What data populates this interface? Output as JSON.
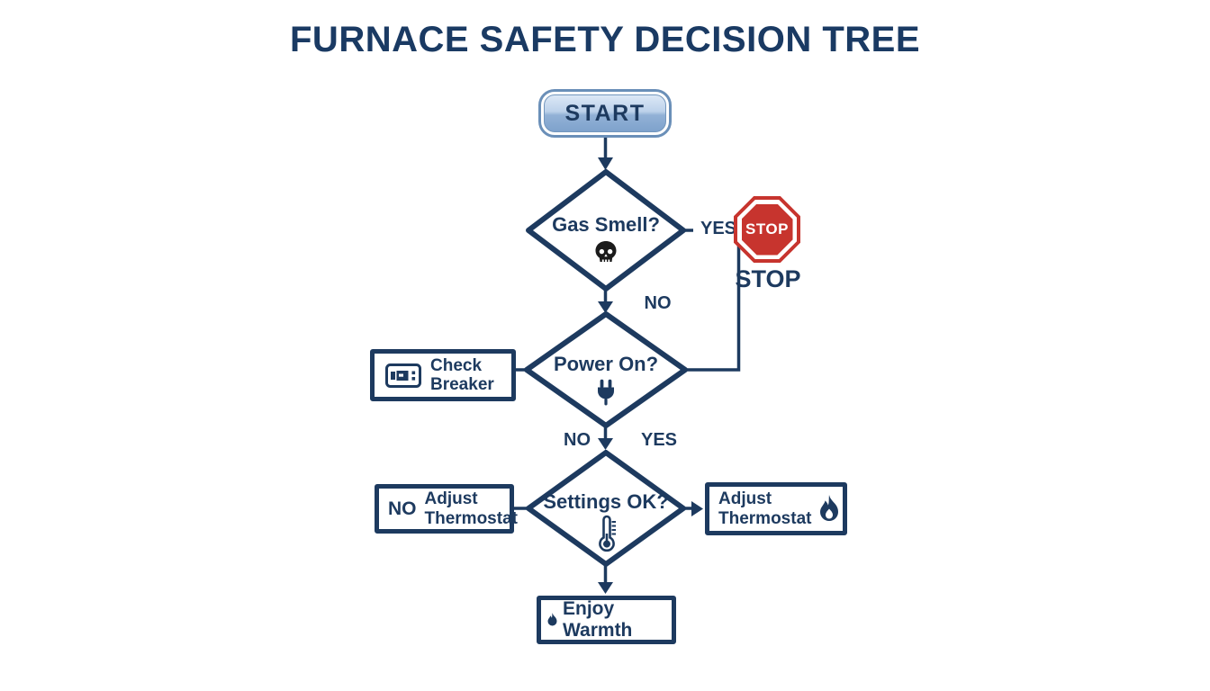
{
  "title": "FURNACE SAFETY DECISION TREE",
  "colors": {
    "navy": "#1d3a5f",
    "title_navy": "#1a3a63",
    "stop_red": "#c7342e",
    "skull_black": "#1b1b1b",
    "start_gradient_top": "#dce8f6",
    "start_gradient_bottom": "#7ea2cc",
    "background": "#ffffff"
  },
  "nodes": {
    "start": {
      "label": "START",
      "type": "start"
    },
    "gas_smell": {
      "label": "Gas Smell?",
      "icon": "skull-icon",
      "type": "decision"
    },
    "stop_sign": {
      "label": "STOP",
      "type": "terminator"
    },
    "stop_caption": {
      "label": "STOP"
    },
    "power_on": {
      "label": "Power On?",
      "icon": "plug-icon",
      "type": "decision"
    },
    "check_breaker": {
      "label": "Check Breaker",
      "icon": "breaker-icon",
      "type": "process"
    },
    "settings_ok": {
      "label": "Settings OK?",
      "icon": "thermometer-icon",
      "type": "decision"
    },
    "adjust_thermostat_no": {
      "prefix": "NO",
      "label": "Adjust Thermostat",
      "type": "process"
    },
    "adjust_thermostat_yes": {
      "label": "Adjust Thermostat",
      "icon": "flame-icon",
      "type": "process"
    },
    "enjoy_warmth": {
      "label": "Enjoy Warmth",
      "icon": "small-flame-icon",
      "type": "process"
    }
  },
  "edge_labels": {
    "gas_yes": "YES",
    "gas_no": "NO",
    "power_no": "NO",
    "power_yes": "YES"
  }
}
